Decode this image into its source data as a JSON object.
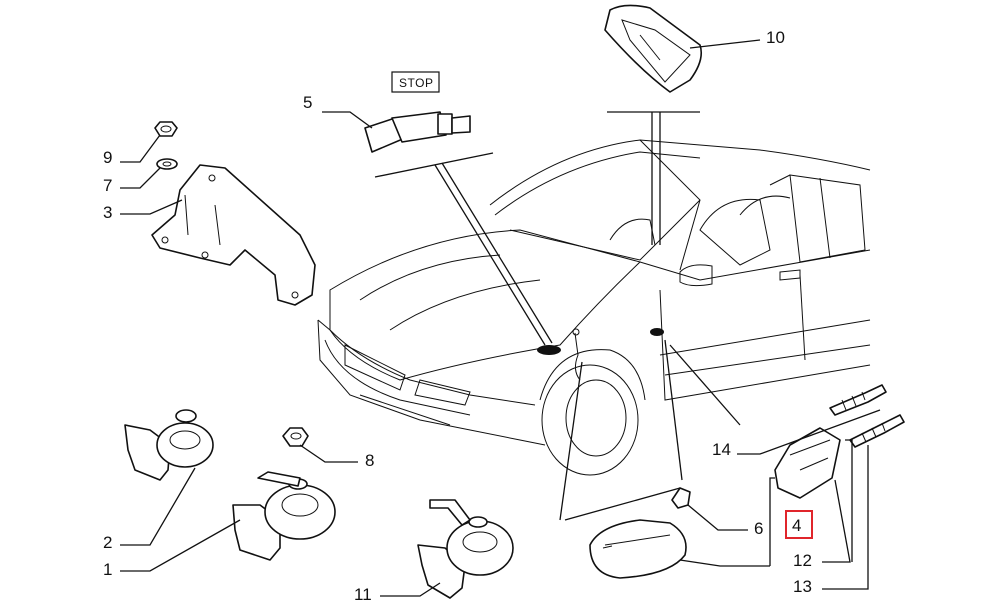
{
  "callouts": {
    "c1": "1",
    "c2": "2",
    "c3": "3",
    "c4": "4",
    "c5": "5",
    "c6": "6",
    "c7": "7",
    "c8": "8",
    "c9": "9",
    "c10": "10",
    "c11": "11",
    "c12": "12",
    "c13": "13",
    "c14": "14"
  },
  "stop_label": "STOP",
  "highlight_color": "#e0252b"
}
